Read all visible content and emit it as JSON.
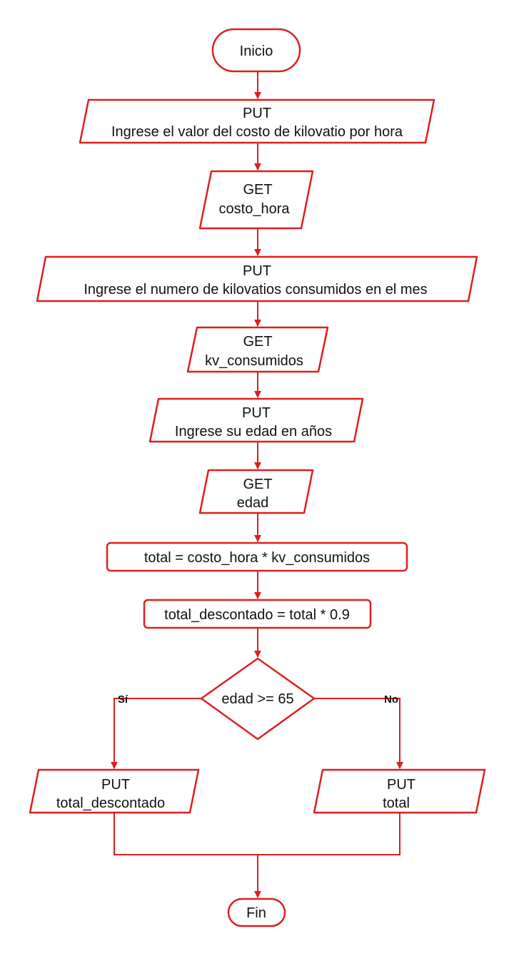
{
  "colors": {
    "accent": "#e01e1e",
    "text": "#111111",
    "background": "#ffffff"
  },
  "nodes": {
    "inicio": {
      "text": "Inicio"
    },
    "put_costo": {
      "line1": "PUT",
      "line2": "Ingrese el valor del costo de kilovatio por hora"
    },
    "get_costo": {
      "line1": "GET",
      "line2": "costo_hora"
    },
    "put_kv": {
      "line1": "PUT",
      "line2": "Ingrese el numero de kilovatios consumidos en el mes"
    },
    "get_kv": {
      "line1": "GET",
      "line2": "kv_consumidos"
    },
    "put_edad": {
      "line1": "PUT",
      "line2": "Ingrese su edad en años"
    },
    "get_edad": {
      "line1": "GET",
      "line2": "edad"
    },
    "calc_total": {
      "text": "total = costo_hora * kv_consumidos"
    },
    "calc_descuento": {
      "text": "total_descontado = total * 0.9"
    },
    "decision": {
      "text": "edad >= 65",
      "yes_label": "Sí",
      "no_label": "No"
    },
    "put_descontado": {
      "line1": "PUT",
      "line2": "total_descontado"
    },
    "put_total": {
      "line1": "PUT",
      "line2": "total"
    },
    "fin": {
      "text": "Fin"
    }
  }
}
